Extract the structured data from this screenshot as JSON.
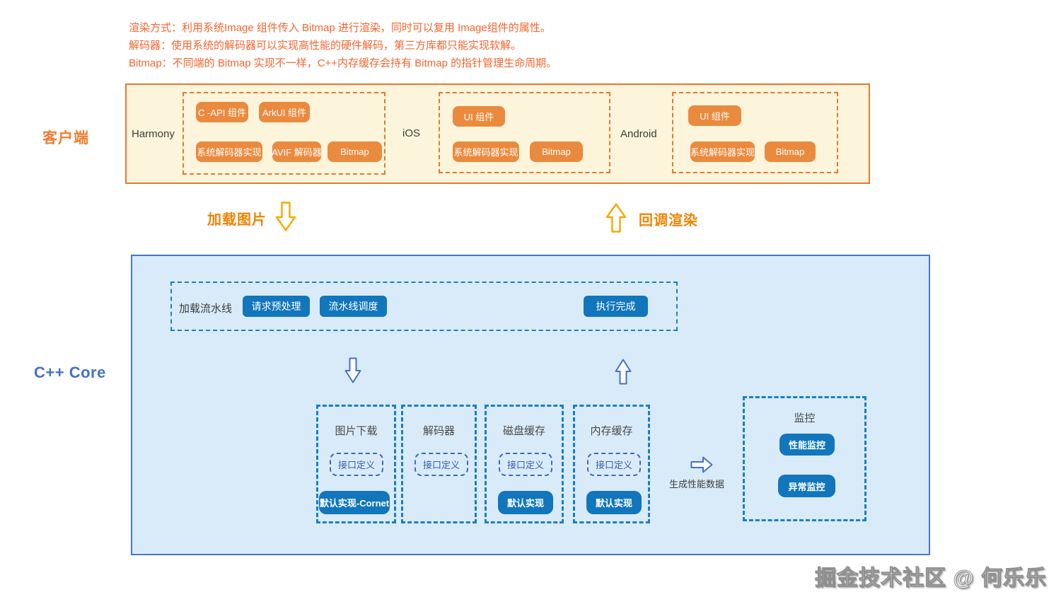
{
  "notes": {
    "line1": "渲染方式：利用系统Image 组件传入 Bitmap 进行渲染，同时可以复用 Image组件的属性。",
    "line2": "解码器：使用系统的解码器可以实现高性能的硬件解码，第三方库都只能实现软解。",
    "line3": "Bitmap：不同端的 Bitmap 实现不一样，C++内存缓存会持有 Bitmap 的指针管理生命周期。"
  },
  "client": {
    "label": "客户端",
    "platforms": [
      {
        "name": "Harmony",
        "top_chips": [
          "C -API 组件",
          "ArkUI 组件"
        ],
        "bottom_chips": [
          "系统解码器实现",
          "AVIF 解码器",
          "Bitmap"
        ]
      },
      {
        "name": "iOS",
        "top_chips": [
          "UI 组件"
        ],
        "bottom_chips": [
          "系统解码器实现",
          "Bitmap"
        ]
      },
      {
        "name": "Android",
        "top_chips": [
          "UI 组件"
        ],
        "bottom_chips": [
          "系统解码器实现",
          "Bitmap"
        ]
      }
    ]
  },
  "flow": {
    "load_label": "加载图片",
    "callback_label": "回调渲染"
  },
  "core": {
    "label": "C++ Core",
    "pipeline": {
      "label": "加载流水线",
      "steps": [
        "请求预处理",
        "流水线调度",
        "执行完成"
      ]
    },
    "modules": [
      {
        "title": "图片下载",
        "interface": "接口定义",
        "impl": "默认实现-Cornet"
      },
      {
        "title": "解码器",
        "interface": "接口定义"
      },
      {
        "title": "磁盘缓存",
        "interface": "接口定义",
        "impl": "默认实现"
      },
      {
        "title": "内存缓存",
        "interface": "接口定义",
        "impl": "默认实现"
      }
    ],
    "perf_arrow_label": "生成性能数据",
    "monitor": {
      "title": "监控",
      "items": [
        "性能监控",
        "异常监控"
      ]
    }
  },
  "watermark": "掘金技术社区 @ 何乐乐",
  "colors": {
    "note_orange": "#f4652f",
    "client_fill": "#fcf5db",
    "client_border": "#e8772e",
    "chip_orange": "#ea8a3e",
    "flow_arrow_yellow": "#f5a800",
    "flow_text_orange": "#f08300",
    "core_fill": "#d9ebf9",
    "core_border": "#4477c9",
    "core_dashed_blue": "#1b7fc4",
    "core_button_blue": "#1176bc",
    "core_label_blue": "#4472c4"
  }
}
